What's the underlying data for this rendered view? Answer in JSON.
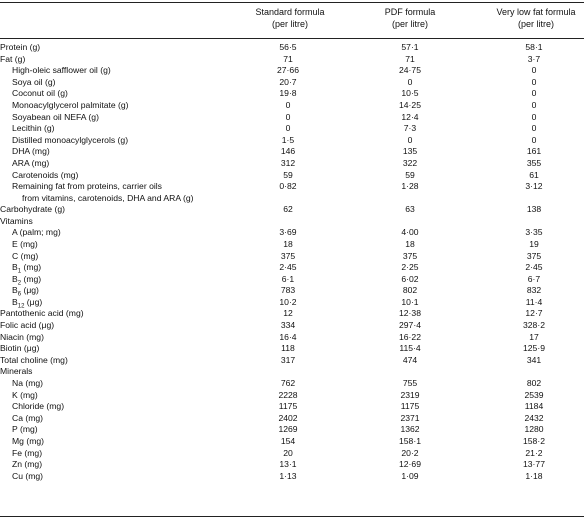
{
  "columns": [
    {
      "name": "Standard formula",
      "unit": "(per litre)"
    },
    {
      "name": "PDF formula",
      "unit": "(per litre)"
    },
    {
      "name": "Very low fat formula",
      "unit": "(per litre)"
    }
  ],
  "rows": [
    {
      "label": "Protein (g)",
      "indent": false,
      "values": [
        "56·5",
        "57·1",
        "58·1"
      ]
    },
    {
      "label": "Fat (g)",
      "indent": false,
      "values": [
        "71",
        "71",
        "3·7"
      ]
    },
    {
      "label": "High-oleic safflower oil (g)",
      "indent": true,
      "values": [
        "27·66",
        "24·75",
        "0"
      ]
    },
    {
      "label": "Soya oil (g)",
      "indent": true,
      "values": [
        "20·7",
        "0",
        "0"
      ]
    },
    {
      "label": "Coconut oil (g)",
      "indent": true,
      "values": [
        "19·8",
        "10·5",
        "0"
      ]
    },
    {
      "label": "Monoacylglycerol palmitate (g)",
      "indent": true,
      "values": [
        "0",
        "14·25",
        "0"
      ]
    },
    {
      "label": "Soyabean oil NEFA (g)",
      "indent": true,
      "values": [
        "0",
        "12·4",
        "0"
      ]
    },
    {
      "label": "Lecithin (g)",
      "indent": true,
      "values": [
        "0",
        "7·3",
        "0"
      ]
    },
    {
      "label": "Distilled monoacylglycerols (g)",
      "indent": true,
      "values": [
        "1·5",
        "0",
        "0"
      ]
    },
    {
      "label": "DHA (mg)",
      "indent": true,
      "values": [
        "146",
        "135",
        "161"
      ]
    },
    {
      "label": "ARA (mg)",
      "indent": true,
      "values": [
        "312",
        "322",
        "355"
      ]
    },
    {
      "label": "Carotenoids (mg)",
      "indent": true,
      "values": [
        "59",
        "59",
        "61"
      ]
    },
    {
      "label": "Remaining fat from proteins, carrier oils",
      "label2": "from vitamins, carotenoids, DHA and ARA (g)",
      "indent": true,
      "values": [
        "0·82",
        "1·28",
        "3·12"
      ]
    },
    {
      "label": "Carbohydrate (g)",
      "indent": false,
      "values": [
        "62",
        "63",
        "138"
      ]
    },
    {
      "label": "Vitamins",
      "indent": false,
      "values": [
        "",
        "",
        ""
      ]
    },
    {
      "label": "A (palm; mg)",
      "indent": true,
      "values": [
        "3·69",
        "4·00",
        "3·35"
      ]
    },
    {
      "label": "E (mg)",
      "indent": true,
      "values": [
        "18",
        "18",
        "19"
      ]
    },
    {
      "label": "C (mg)",
      "indent": true,
      "values": [
        "375",
        "375",
        "375"
      ]
    },
    {
      "label": "B",
      "sub": "1",
      "unit": " (mg)",
      "indent": true,
      "values": [
        "2·45",
        "2·25",
        "2·45"
      ]
    },
    {
      "label": "B",
      "sub": "2",
      "unit": " (mg)",
      "indent": true,
      "values": [
        "6·1",
        "6·02",
        "6·7"
      ]
    },
    {
      "label": "B",
      "sub": "6",
      "unit": " (μg)",
      "indent": true,
      "values": [
        "783",
        "802",
        "832"
      ]
    },
    {
      "label": "B",
      "sub": "12",
      "unit": " (μg)",
      "indent": true,
      "values": [
        "10·2",
        "10·1",
        "11·4"
      ]
    },
    {
      "label": "Pantothenic acid (mg)",
      "indent": false,
      "values": [
        "12",
        "12·38",
        "12·7"
      ]
    },
    {
      "label": "Folic acid (μg)",
      "indent": false,
      "values": [
        "334",
        "297·4",
        "328·2"
      ]
    },
    {
      "label": "Niacin (mg)",
      "indent": false,
      "values": [
        "16·4",
        "16·22",
        "17"
      ]
    },
    {
      "label": "Biotin (μg)",
      "indent": false,
      "values": [
        "118",
        "115·4",
        "125·9"
      ]
    },
    {
      "label": "Total choline (mg)",
      "indent": false,
      "values": [
        "317",
        "474",
        "341"
      ]
    },
    {
      "label": "Minerals",
      "indent": false,
      "values": [
        "",
        "",
        ""
      ]
    },
    {
      "label": "Na (mg)",
      "indent": true,
      "values": [
        "762",
        "755",
        "802"
      ]
    },
    {
      "label": "K (mg)",
      "indent": true,
      "values": [
        "2228",
        "2319",
        "2539"
      ]
    },
    {
      "label": "Chloride (mg)",
      "indent": true,
      "values": [
        "1175",
        "1175",
        "1184"
      ]
    },
    {
      "label": "Ca (mg)",
      "indent": true,
      "values": [
        "2402",
        "2371",
        "2432"
      ]
    },
    {
      "label": "P (mg)",
      "indent": true,
      "values": [
        "1269",
        "1362",
        "1280"
      ]
    },
    {
      "label": "Mg (mg)",
      "indent": true,
      "values": [
        "154",
        "158·1",
        "158·2"
      ]
    },
    {
      "label": "Fe (mg)",
      "indent": true,
      "values": [
        "20",
        "20·2",
        "21·2"
      ]
    },
    {
      "label": "Zn (mg)",
      "indent": true,
      "values": [
        "13·1",
        "12·69",
        "13·77"
      ]
    },
    {
      "label": "Cu (mg)",
      "indent": true,
      "values": [
        "1·13",
        "1·09",
        "1·18"
      ]
    }
  ]
}
